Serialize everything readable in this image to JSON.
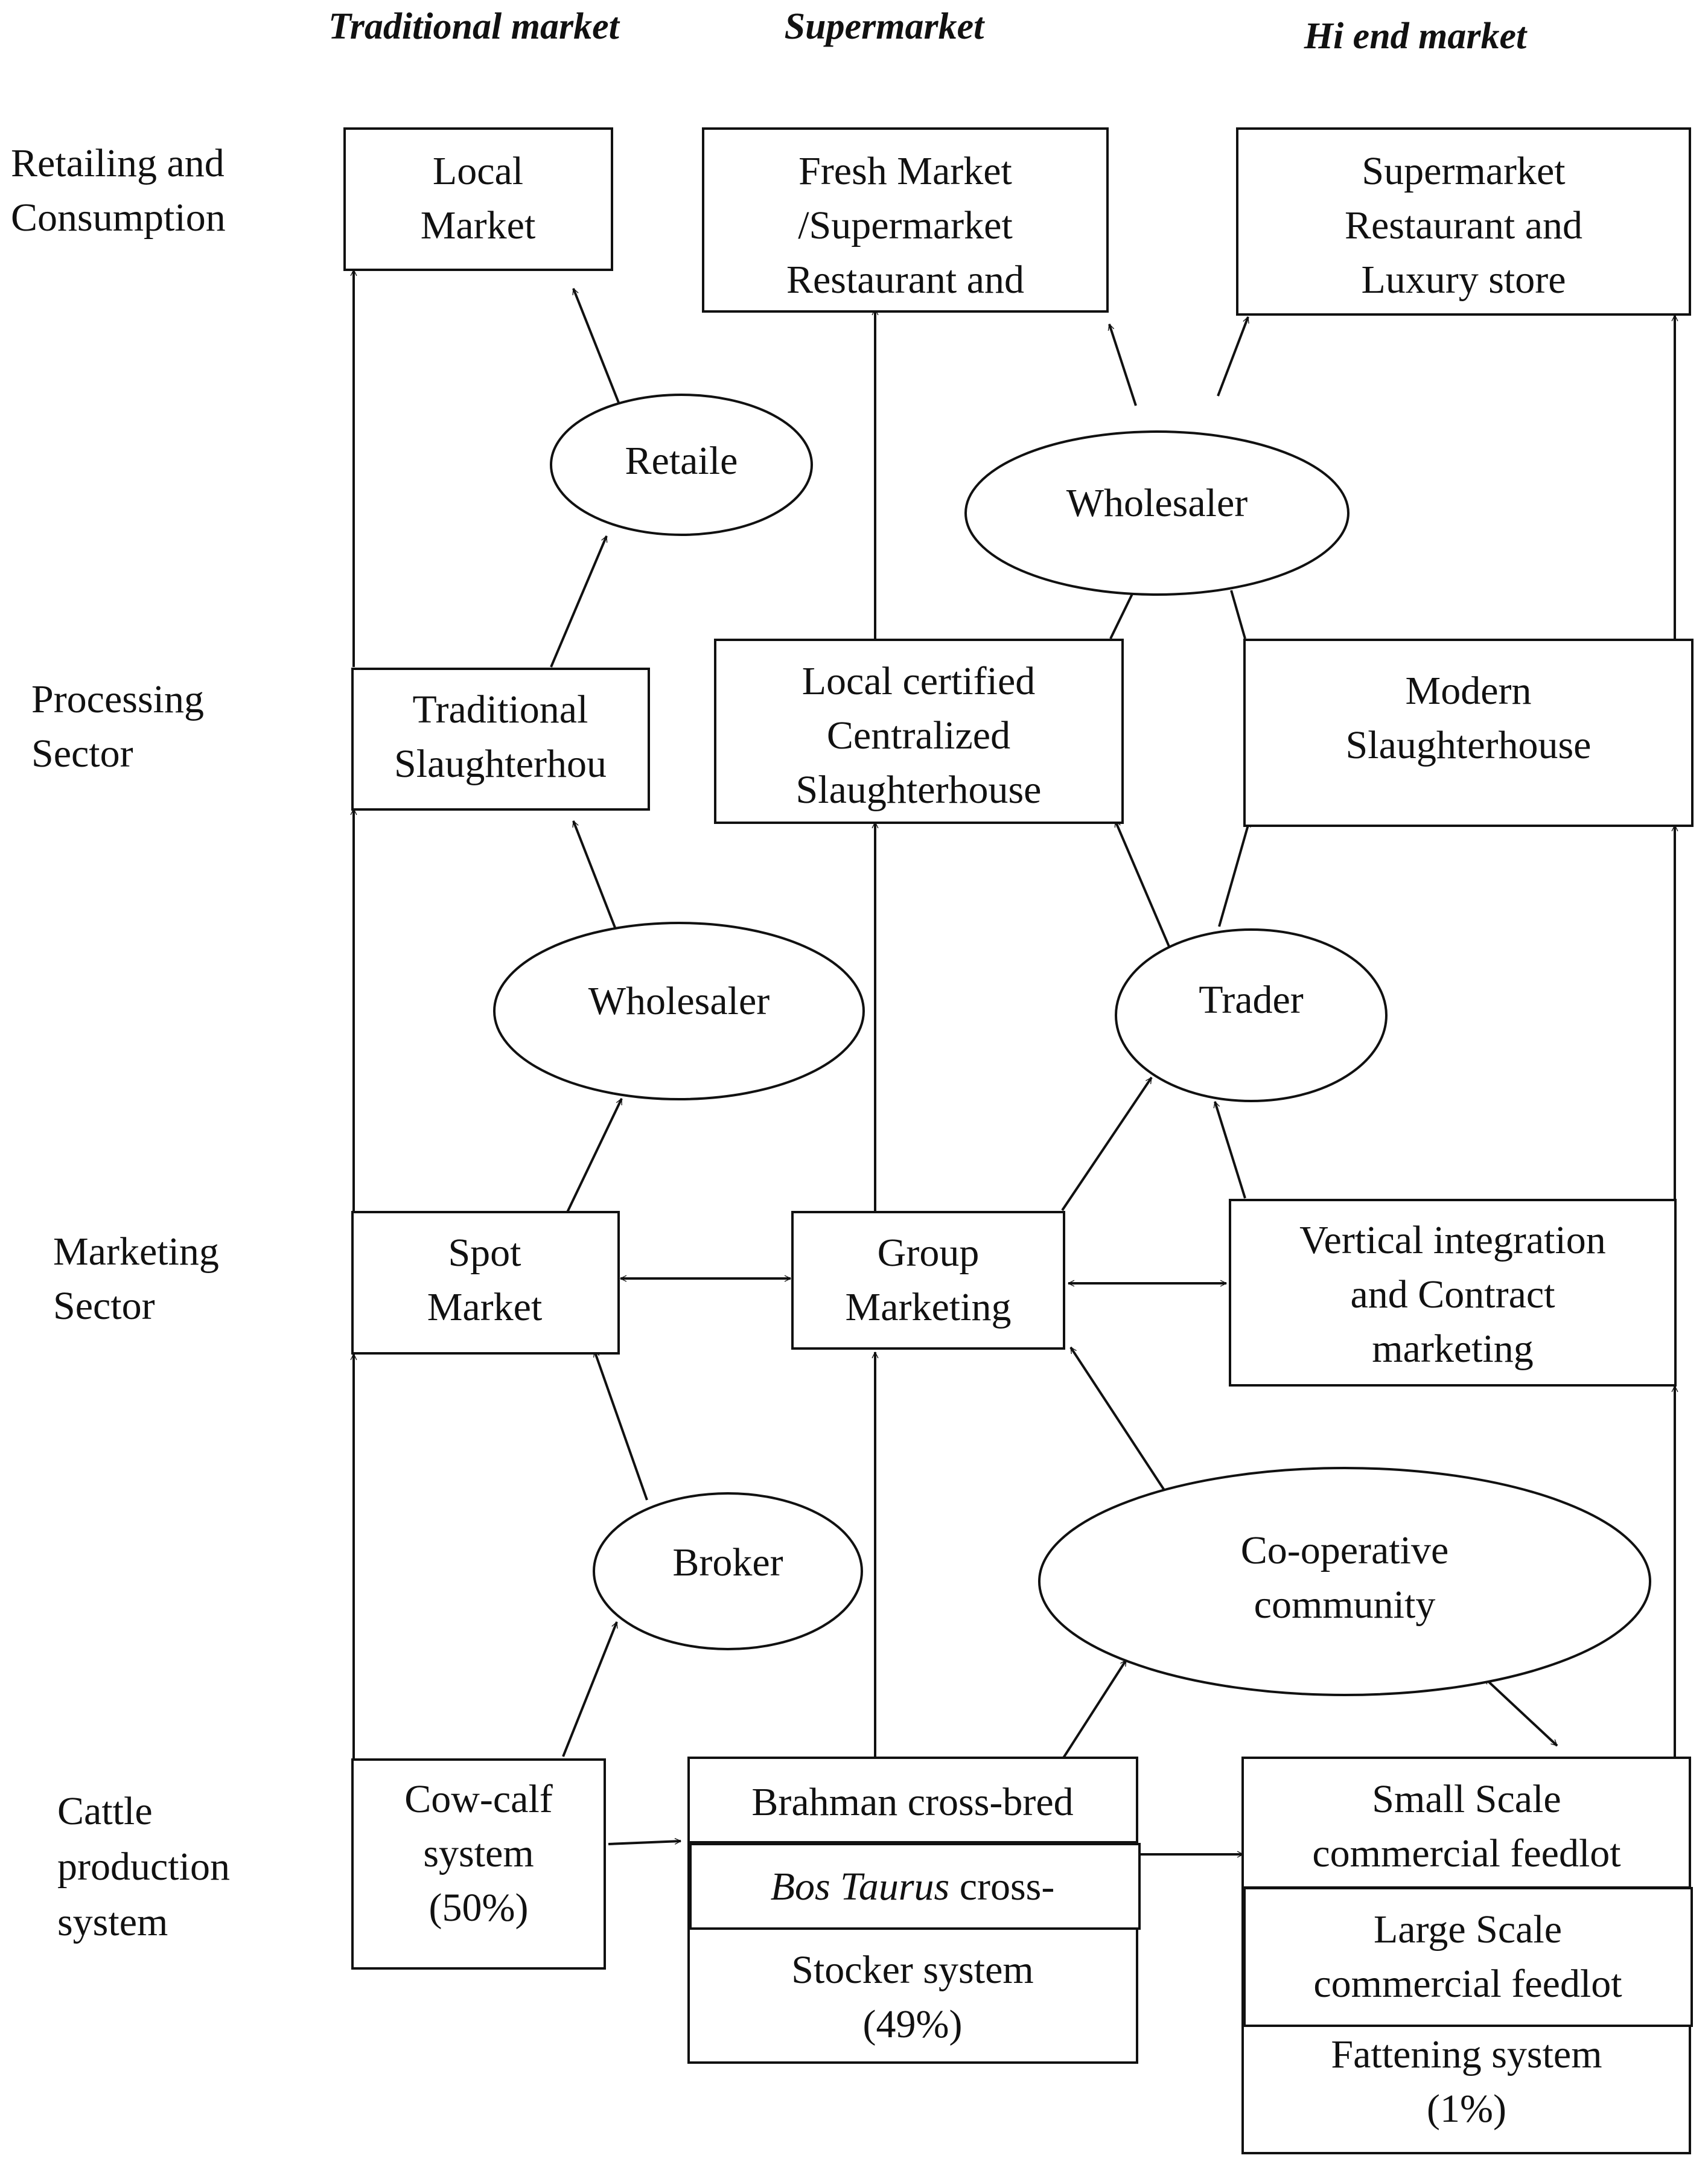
{
  "columns": {
    "traditional": "Traditional market",
    "supermarket": "Supermarket",
    "hi_end": "Hi end market"
  },
  "sectors": {
    "retailing": [
      "Retailing and",
      "Consumption"
    ],
    "processing": [
      "Processing",
      "Sector"
    ],
    "marketing": [
      "Marketing",
      "Sector"
    ],
    "cattle": [
      "Cattle",
      "production",
      "system"
    ]
  },
  "nodes": {
    "local_market": [
      "Local",
      "Market"
    ],
    "fresh_market": [
      "Fresh Market",
      "/Supermarket",
      "Restaurant and"
    ],
    "hi_end_retail": [
      "Supermarket",
      "Restaurant and",
      "Luxury store"
    ],
    "retaile": [
      "Retaile"
    ],
    "wholesaler_top": [
      "Wholesaler"
    ],
    "traditional_slaughter": [
      "Traditional",
      "Slaughterhou"
    ],
    "local_certified": [
      "Local certified",
      "Centralized",
      "Slaughterhouse"
    ],
    "modern_slaughter": [
      "Modern",
      "Slaughterhouse"
    ],
    "wholesaler_mid": [
      "Wholesaler"
    ],
    "trader": [
      "Trader"
    ],
    "spot_market": [
      "Spot",
      "Market"
    ],
    "group_marketing": [
      "Group",
      "Marketing"
    ],
    "vertical_integration": [
      "Vertical integration",
      "and Contract",
      "marketing"
    ],
    "broker": [
      "Broker"
    ],
    "cooperative": [
      "Co-operative",
      "community"
    ],
    "cow_calf": [
      "Cow-calf",
      "system",
      "(50%)"
    ],
    "brahman": [
      "Brahman cross-bred"
    ],
    "bos_taurus_italic": "Bos Taurus",
    "bos_taurus_rest": " cross-",
    "stocker": [
      "Stocker system",
      "(49%)"
    ],
    "small_feedlot": [
      "Small Scale",
      "commercial feedlot"
    ],
    "large_feedlot": [
      "Large Scale",
      "commercial feedlot"
    ],
    "fattening": [
      "Fattening system",
      "(1%)"
    ]
  }
}
